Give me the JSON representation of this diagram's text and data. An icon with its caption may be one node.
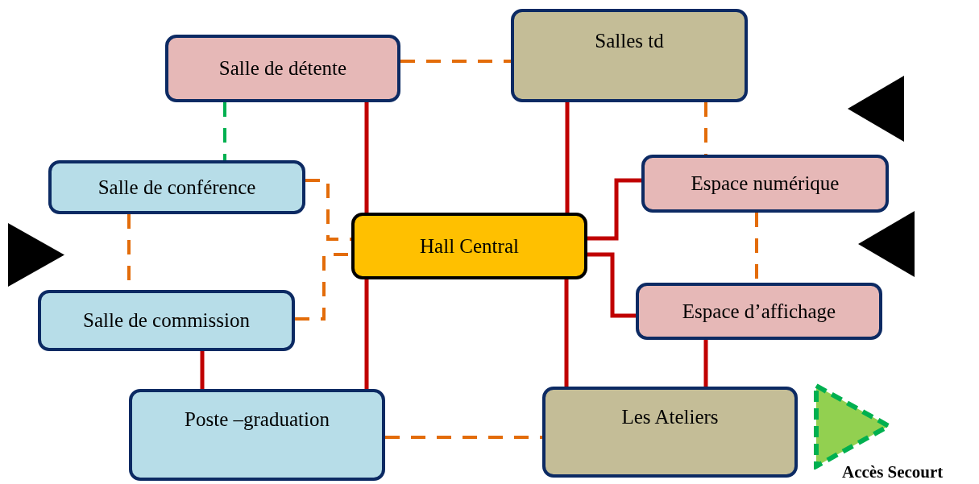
{
  "diagram": {
    "nodes": [
      {
        "text": [
          "Salle de détente"
        ]
      },
      {
        "text": [
          "Salles td"
        ]
      },
      {
        "text": [
          "Salle de conférence"
        ]
      },
      {
        "text": [
          "Hall  Central"
        ]
      },
      {
        "text": [
          "Espace numérique"
        ]
      },
      {
        "text": [
          "Salle de commission"
        ]
      },
      {
        "text": [
          "Espace d’affichage"
        ]
      },
      {
        "text": [
          "Poste –graduation"
        ]
      },
      {
        "text": [
          "Les Ateliers"
        ]
      },
      {
        "text": [],
        "shape": "triangle"
      },
      {
        "text": [],
        "shape": "triangle"
      },
      {
        "text": [],
        "shape": "triangle"
      },
      {
        "text": [],
        "shape": "triangle"
      }
    ],
    "edges": [
      {
        "from": 0,
        "to": 1,
        "arrow": "none",
        "style": "dashed",
        "color": "#e36c09"
      },
      {
        "from": 0,
        "to": 2,
        "arrow": "none",
        "style": "dashed",
        "color": "#00b050"
      },
      {
        "from": 0,
        "to": 3,
        "arrow": "none"
      },
      {
        "from": 1,
        "to": 3,
        "arrow": "none"
      },
      {
        "from": 1,
        "to": 4,
        "arrow": "none",
        "style": "dashed",
        "color": "#e36c09"
      },
      {
        "from": 2,
        "to": 5,
        "arrow": "none",
        "style": "dashed",
        "color": "#e36c09"
      },
      {
        "from": 2,
        "to": 3,
        "arrow": "none",
        "style": "dashed",
        "color": "#e36c09"
      },
      {
        "from": 5,
        "to": 3,
        "arrow": "none",
        "style": "dashed",
        "color": "#e36c09"
      },
      {
        "from": 3,
        "to": 4,
        "arrow": "none"
      },
      {
        "from": 3,
        "to": 6,
        "arrow": "none"
      },
      {
        "from": 4,
        "to": 6,
        "arrow": "none",
        "style": "dashed",
        "color": "#e36c09"
      },
      {
        "from": 5,
        "to": 7,
        "arrow": "none"
      },
      {
        "from": 3,
        "to": 7,
        "arrow": "none"
      },
      {
        "from": 3,
        "to": 8,
        "arrow": "none"
      },
      {
        "from": 6,
        "to": 8,
        "arrow": "none"
      },
      {
        "from": 7,
        "to": 8,
        "arrow": "none",
        "style": "dashed",
        "color": "#e36c09"
      }
    ],
    "labels": [
      "Accès Secourt"
    ]
  }
}
